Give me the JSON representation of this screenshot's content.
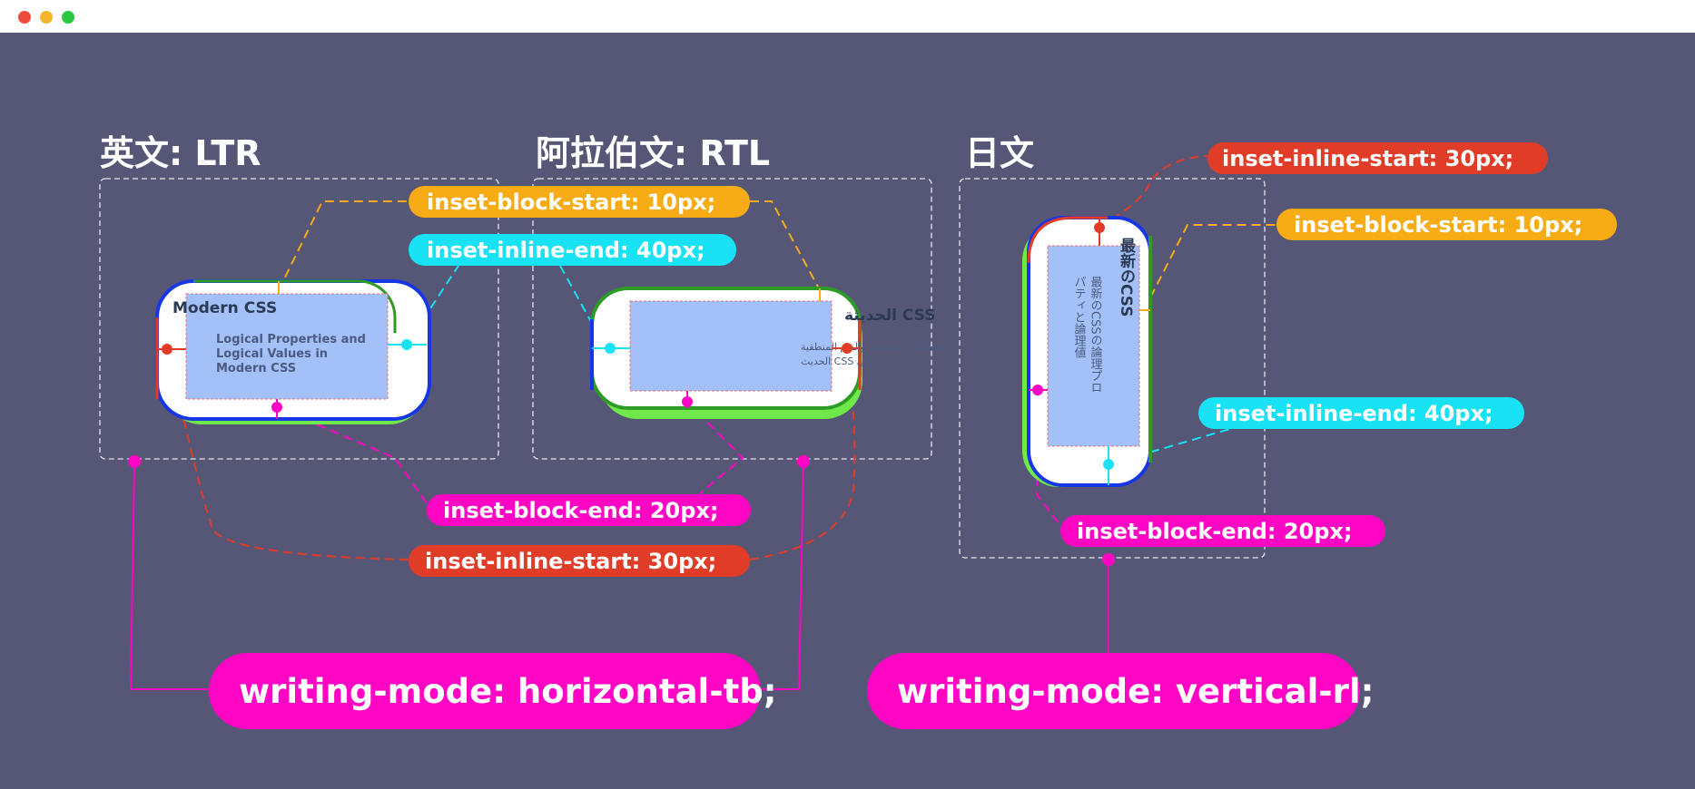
{
  "headings": {
    "ltr": "英文: LTR",
    "rtl": "阿拉伯文: RTL",
    "jp": "日文"
  },
  "labels": {
    "inset_block_start": "inset-block-start:  10px;",
    "inset_inline_end": "inset-inline-end: 40px;",
    "inset_block_end": "inset-block-end: 20px;",
    "inset_inline_start": "inset-inline-start: 30px;",
    "writing_mode_htb": "writing-mode: horizontal-tb;",
    "writing_mode_vrl": "writing-mode: vertical-rl;"
  },
  "cards": {
    "en_title": "Modern CSS",
    "en_body": [
      "Logical Properties and",
      "Logical Values in",
      "Modern CSS"
    ],
    "ar_title": "CSS الحديثة",
    "ar_body": [
      "الخصائص المنطقية والقيم المنطقية",
      "في CSS الحديث"
    ],
    "jp_title": "最新のCSS",
    "jp_body": [
      "最新のCSSの論理プロ",
      "パティと論理値"
    ]
  },
  "colors": {
    "background": "#565676",
    "block_start": "#f7ac16",
    "inline_end": "#18e2f3",
    "block_end": "#ff05c4",
    "inline_start": "#e03c28",
    "writing_mode": "#ff05c4",
    "card_fill": "#a3c1f8",
    "card_green": "#6fe84a",
    "card_blue": "#1736e6"
  }
}
